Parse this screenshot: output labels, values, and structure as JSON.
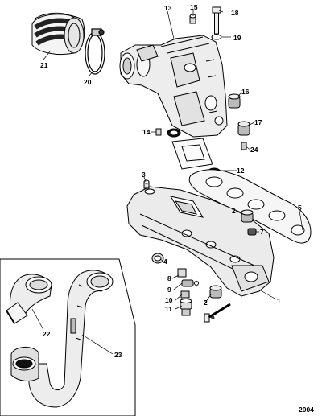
{
  "diagram": {
    "figure_number": "2004",
    "callouts": {
      "c1": "1",
      "c2a": "2",
      "c2b": "2",
      "c3": "3",
      "c4": "4",
      "c5": "5",
      "c6": "6",
      "c7": "7",
      "c8": "8",
      "c9": "9",
      "c10": "10",
      "c11": "11",
      "c12": "12",
      "c13": "13",
      "c14": "14",
      "c15": "15",
      "c16": "16",
      "c17": "17",
      "c18": "18",
      "c19": "19",
      "c20": "20",
      "c21": "21",
      "c22": "22",
      "c23": "23",
      "c24": "24"
    }
  }
}
